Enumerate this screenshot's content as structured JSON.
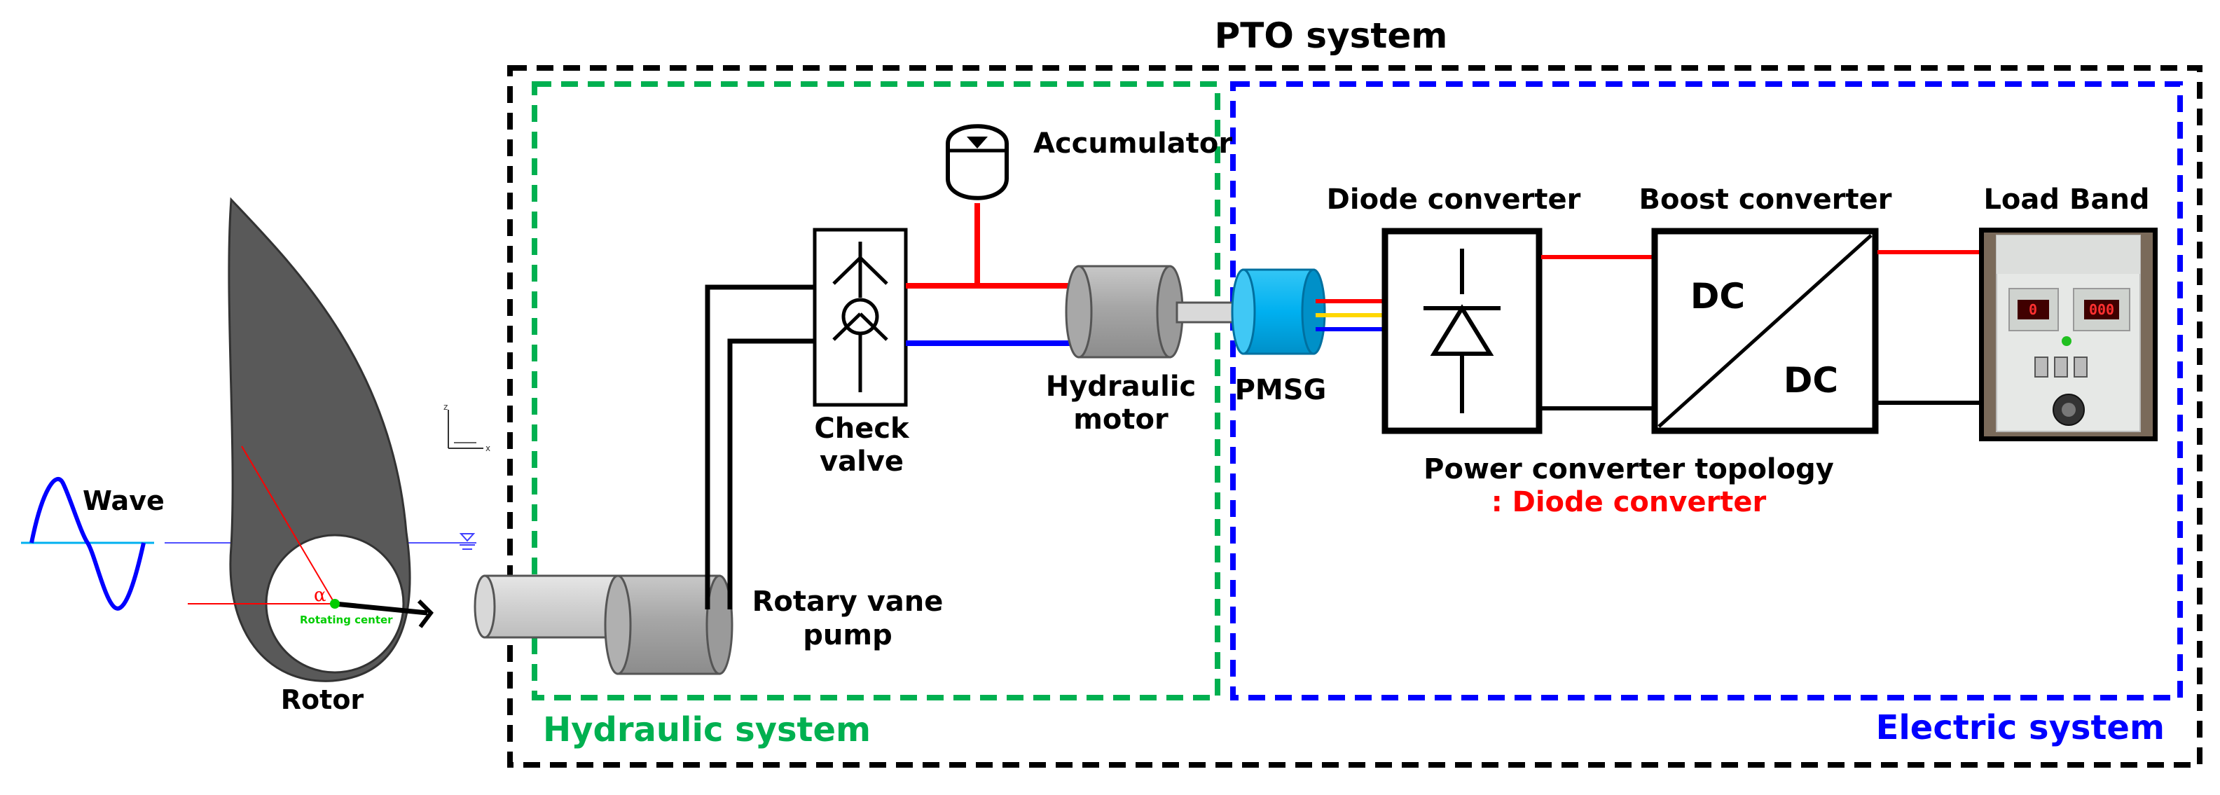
{
  "title": "PTO system",
  "labels": {
    "wave": "Wave",
    "rotor": "Rotor",
    "rotating_center": "Rotating center",
    "alpha": "α",
    "axis_z": "z",
    "axis_x": "x",
    "rotary_vane_pump_1": "Rotary vane",
    "rotary_vane_pump_2": "pump",
    "check_valve_1": "Check",
    "check_valve_2": "valve",
    "accumulator": "Accumulator",
    "hydraulic_motor_1": "Hydraulic",
    "hydraulic_motor_2": "motor",
    "pmsg": "PMSG",
    "diode_converter": "Diode converter",
    "boost_converter": "Boost converter",
    "dc_in": "DC",
    "dc_out": "DC",
    "load_band": "Load Band",
    "load_display_1": "0",
    "load_display_2": "000",
    "topology_title": "Power converter topology",
    "topology_value": ": Diode converter",
    "hydraulic_system": "Hydraulic system",
    "electric_system": "Electric system"
  },
  "colors": {
    "hydraulic_box": "#00b050",
    "electric_box": "#0000ff",
    "pto_box": "#000000",
    "high_pressure_line": "#ff0000",
    "low_pressure_line": "#0000ff",
    "pmsg_body": "#00b0f0",
    "topology_accent": "#ff0000",
    "rotor_body": "#595959",
    "rotating_center_text": "#00cc00"
  }
}
